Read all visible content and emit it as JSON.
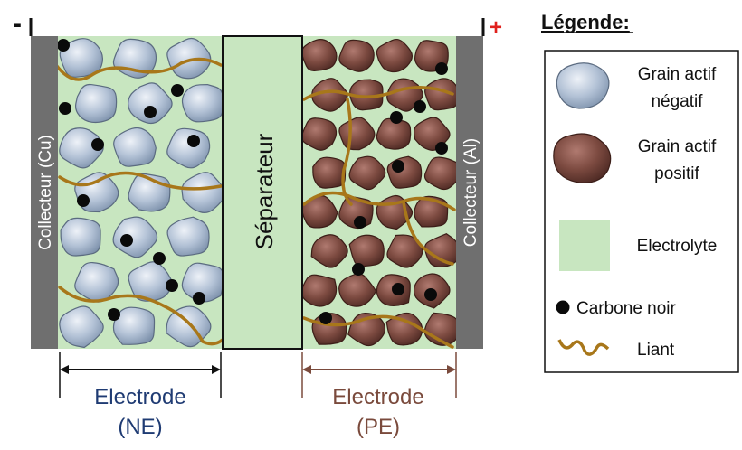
{
  "terminals": {
    "negative": "-",
    "positive": "+"
  },
  "collectors": {
    "left": "Collecteur (Cu)",
    "right": "Collecteur (Al)"
  },
  "separator": "Séparateur",
  "electrodes": {
    "negative": {
      "name": "Electrode",
      "tag": "(NE)",
      "color": "#1f3b73",
      "arrow_color": "#111111"
    },
    "positive": {
      "name": "Electrode",
      "tag": "(PE)",
      "color": "#7a4a3c",
      "arrow_color": "#7a4a3c"
    }
  },
  "legend": {
    "title": "Légende:",
    "items": [
      {
        "key": "neg-grain",
        "lines": [
          "Grain actif",
          "négatif"
        ]
      },
      {
        "key": "pos-grain",
        "lines": [
          "Grain actif",
          "positif"
        ]
      },
      {
        "key": "electrolyte",
        "lines": [
          "Electrolyte"
        ]
      },
      {
        "key": "carbon",
        "lines": [
          "Carbone noir"
        ]
      },
      {
        "key": "binder",
        "lines": [
          "Liant"
        ]
      }
    ]
  },
  "colors": {
    "electrolyte": "#c8e6c0",
    "collector": "#6f6f6f",
    "negative_grain": "#a9b9cd",
    "positive_grain": "#7a4a40",
    "binder": "#a8771a",
    "carbon": "#0a0a0a",
    "plus_sign": "#e0201c"
  }
}
